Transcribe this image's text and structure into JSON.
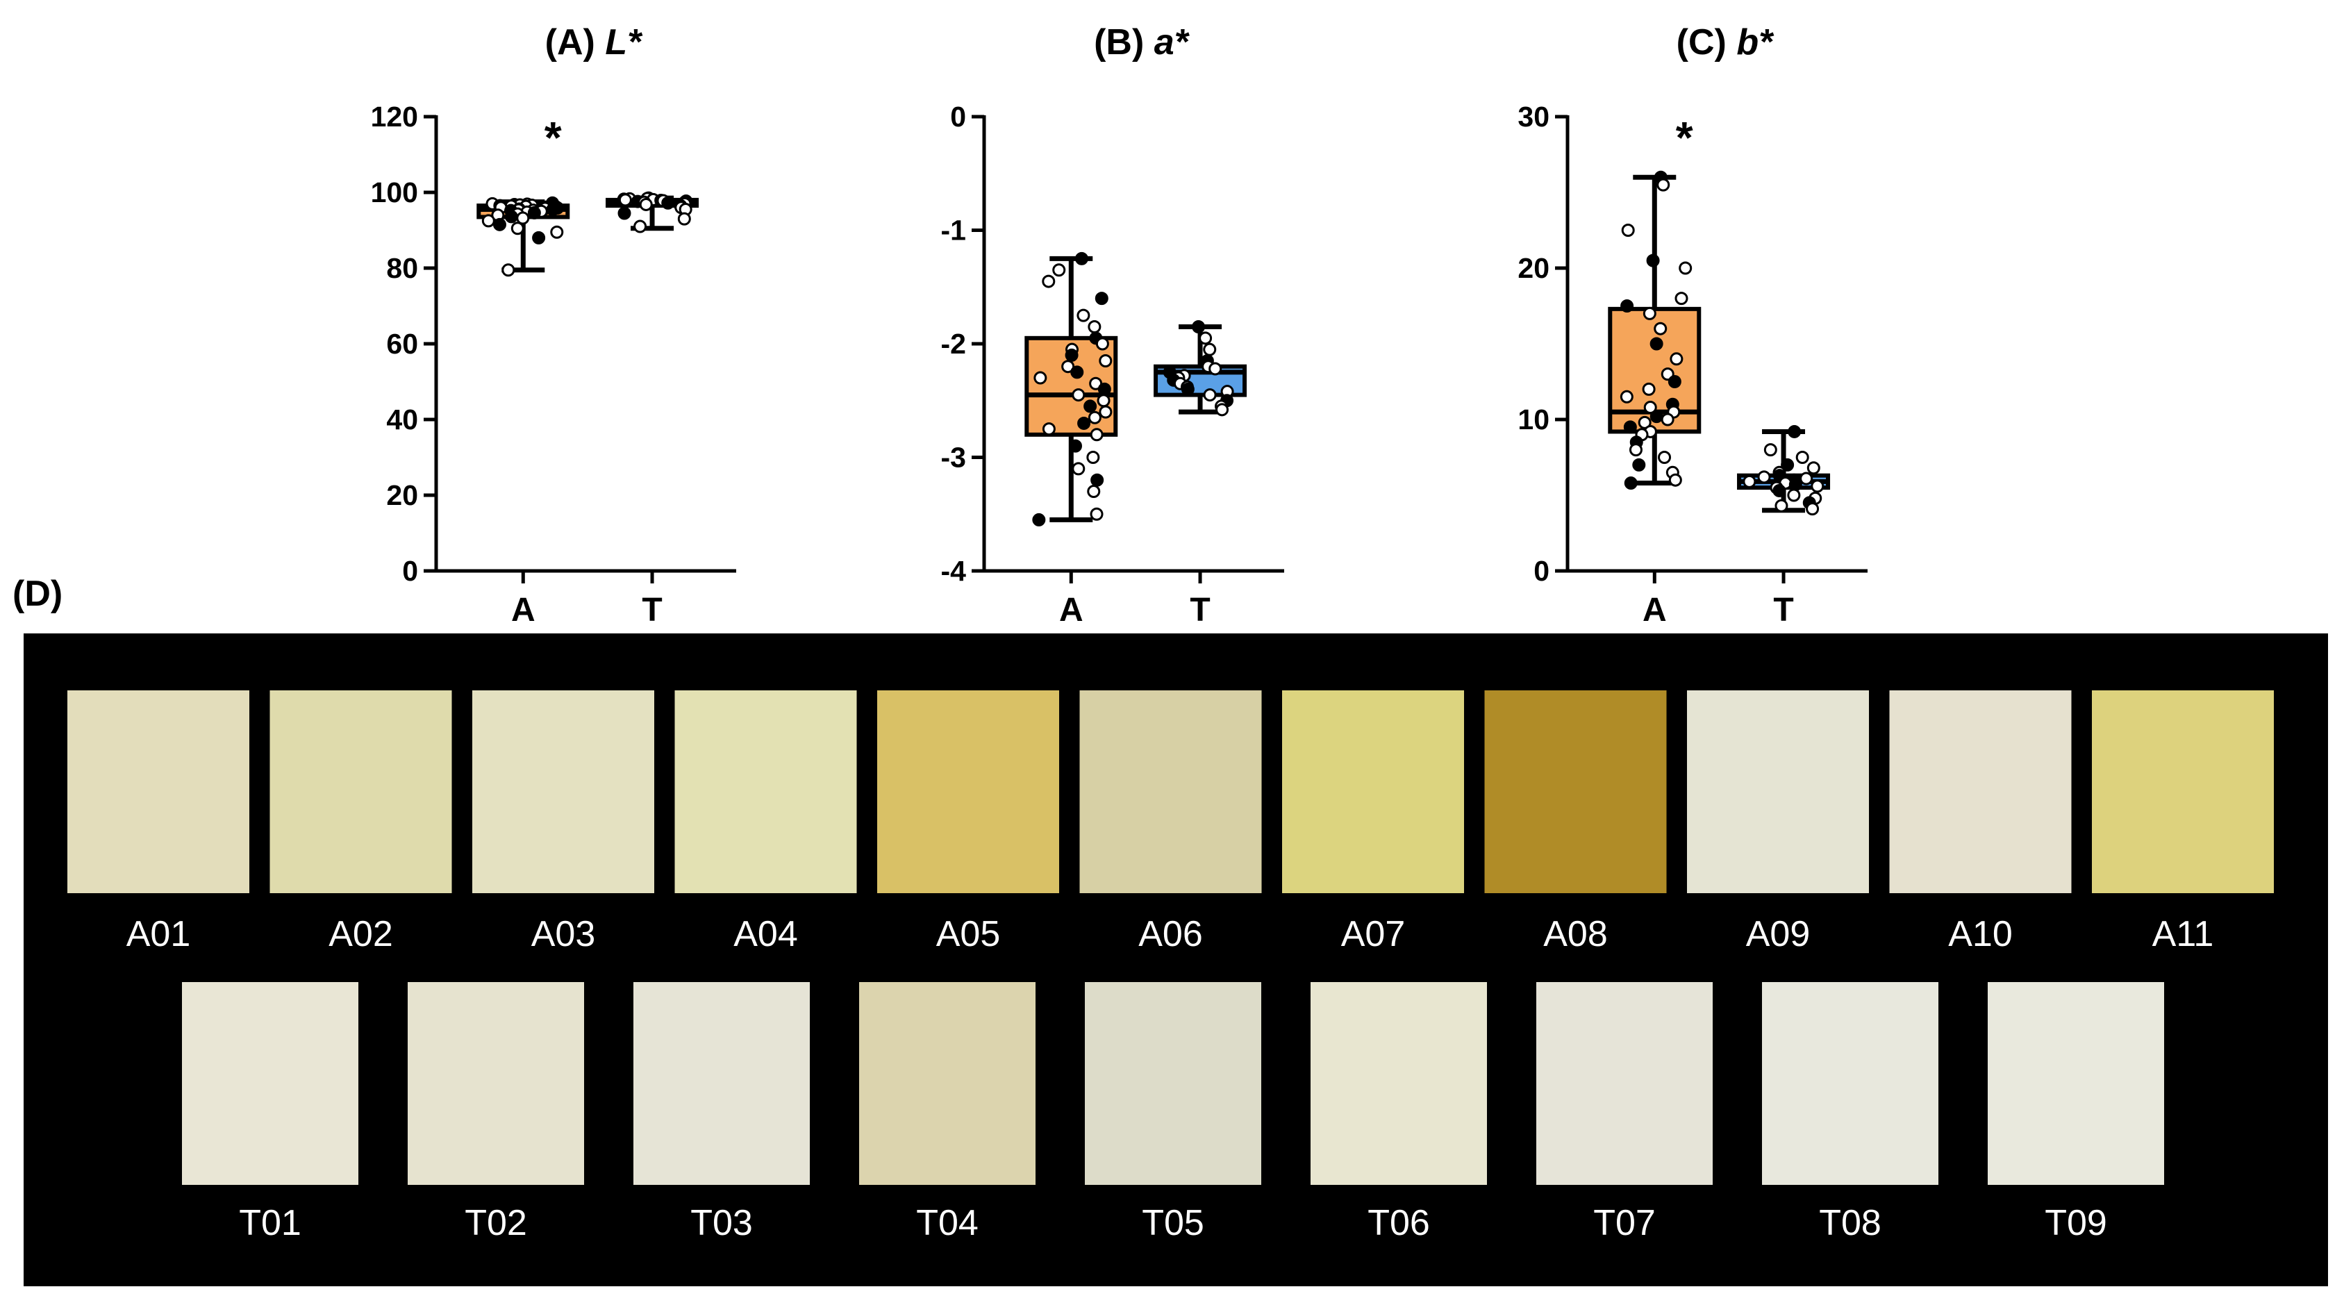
{
  "chart_data": [
    {
      "type": "box",
      "panel": "A",
      "title_prefix": "(A)",
      "title_var": "L*",
      "categories": [
        "A",
        "T"
      ],
      "ylim": [
        0,
        120
      ],
      "yticks": [
        0,
        20,
        40,
        60,
        80,
        100,
        120
      ],
      "significance": "*",
      "boxes": [
        {
          "category": "A",
          "min": 79.5,
          "q1": 93.5,
          "median": 95.5,
          "q3": 96.5,
          "max": 97.5,
          "color": "#f5a55a",
          "points": [
            97.2,
            97,
            96.9,
            96.8,
            96.7,
            96.6,
            96.5,
            96.4,
            96.3,
            96.2,
            96.1,
            96,
            95.9,
            95.8,
            95.6,
            95.5,
            95.4,
            95.3,
            95.2,
            95,
            94.8,
            94.6,
            94.3,
            94,
            93.6,
            93.2,
            92.5,
            91.5,
            90.5,
            89.5,
            88,
            79.5
          ]
        },
        {
          "category": "T",
          "min": 90.5,
          "q1": 96.5,
          "median": 97.5,
          "q3": 98,
          "max": 98.5,
          "color": "#5aa0e6",
          "points": [
            98.5,
            98.4,
            98.3,
            98.2,
            98.1,
            98,
            97.9,
            97.8,
            97.7,
            97.6,
            97.5,
            97.4,
            97.2,
            97,
            96.8,
            96.5,
            96,
            95.5,
            94.5,
            93,
            91
          ]
        }
      ]
    },
    {
      "type": "box",
      "panel": "B",
      "title_prefix": "(B)",
      "title_var": "a*",
      "categories": [
        "A",
        "T"
      ],
      "ylim": [
        -4,
        0
      ],
      "yticks": [
        0,
        -1,
        -2,
        -3,
        -4
      ],
      "significance": "",
      "boxes": [
        {
          "category": "A",
          "min": -3.55,
          "q1": -2.8,
          "median": -2.45,
          "q3": -1.95,
          "max": -1.25,
          "color": "#f5a55a",
          "points": [
            -1.25,
            -1.35,
            -1.45,
            -1.6,
            -1.75,
            -1.85,
            -1.95,
            -2,
            -2.05,
            -2.1,
            -2.15,
            -2.2,
            -2.25,
            -2.3,
            -2.35,
            -2.4,
            -2.45,
            -2.5,
            -2.55,
            -2.6,
            -2.65,
            -2.7,
            -2.75,
            -2.8,
            -2.9,
            -3,
            -3.1,
            -3.2,
            -3.3,
            -3.5,
            -3.55
          ]
        },
        {
          "category": "T",
          "min": -2.6,
          "q1": -2.45,
          "median": -2.25,
          "q3": -2.2,
          "max": -1.85,
          "color": "#5aa0e6",
          "points": [
            -1.85,
            -1.95,
            -2.05,
            -2.15,
            -2.2,
            -2.22,
            -2.25,
            -2.28,
            -2.3,
            -2.32,
            -2.35,
            -2.38,
            -2.4,
            -2.42,
            -2.45,
            -2.5,
            -2.55,
            -2.58
          ]
        }
      ]
    },
    {
      "type": "box",
      "panel": "C",
      "title_prefix": "(C)",
      "title_var": "b*",
      "categories": [
        "A",
        "T"
      ],
      "ylim": [
        0,
        30
      ],
      "yticks": [
        0,
        10,
        20,
        30
      ],
      "significance": "*",
      "boxes": [
        {
          "category": "A",
          "min": 5.8,
          "q1": 9.2,
          "median": 10.5,
          "q3": 17.3,
          "max": 26,
          "color": "#f5a55a",
          "points": [
            26,
            25.5,
            22.5,
            20.5,
            20,
            18,
            17.5,
            17,
            16,
            15,
            14,
            13,
            12.5,
            12,
            11.5,
            11,
            10.8,
            10.5,
            10.2,
            10,
            9.8,
            9.5,
            9.2,
            9,
            8.5,
            8,
            7.5,
            7,
            6.5,
            6,
            5.8
          ]
        },
        {
          "category": "T",
          "min": 4,
          "q1": 5.5,
          "median": 5.9,
          "q3": 6.3,
          "max": 9.2,
          "color": "#5aa0e6",
          "points": [
            9.2,
            8,
            7.5,
            7,
            6.8,
            6.5,
            6.3,
            6.2,
            6.1,
            6,
            5.9,
            5.8,
            5.7,
            5.6,
            5.5,
            5.3,
            5,
            4.8,
            4.5,
            4.3,
            4.1
          ]
        }
      ]
    }
  ],
  "panel_d": {
    "label": "(D)",
    "row1": [
      {
        "label": "A01",
        "color": "#e3ddbb"
      },
      {
        "label": "A02",
        "color": "#dfdbac"
      },
      {
        "label": "A03",
        "color": "#e4e1c1"
      },
      {
        "label": "A04",
        "color": "#e3e1b3"
      },
      {
        "label": "A05",
        "color": "#d9c166"
      },
      {
        "label": "A06",
        "color": "#d7d0a5"
      },
      {
        "label": "A07",
        "color": "#dcd47f"
      },
      {
        "label": "A08",
        "color": "#b08c27"
      },
      {
        "label": "A09",
        "color": "#e5e4d3"
      },
      {
        "label": "A10",
        "color": "#e6e1cf"
      },
      {
        "label": "A11",
        "color": "#ddd27d"
      }
    ],
    "row2": [
      {
        "label": "T01",
        "color": "#e9e6d5"
      },
      {
        "label": "T02",
        "color": "#e6e3cf"
      },
      {
        "label": "T03",
        "color": "#e6e4d6"
      },
      {
        "label": "T04",
        "color": "#dcd4ae"
      },
      {
        "label": "T05",
        "color": "#dddcc9"
      },
      {
        "label": "T06",
        "color": "#e8e6d0"
      },
      {
        "label": "T07",
        "color": "#e6e4d8"
      },
      {
        "label": "T08",
        "color": "#e8e8dd"
      },
      {
        "label": "T09",
        "color": "#e9e9dd"
      }
    ]
  }
}
